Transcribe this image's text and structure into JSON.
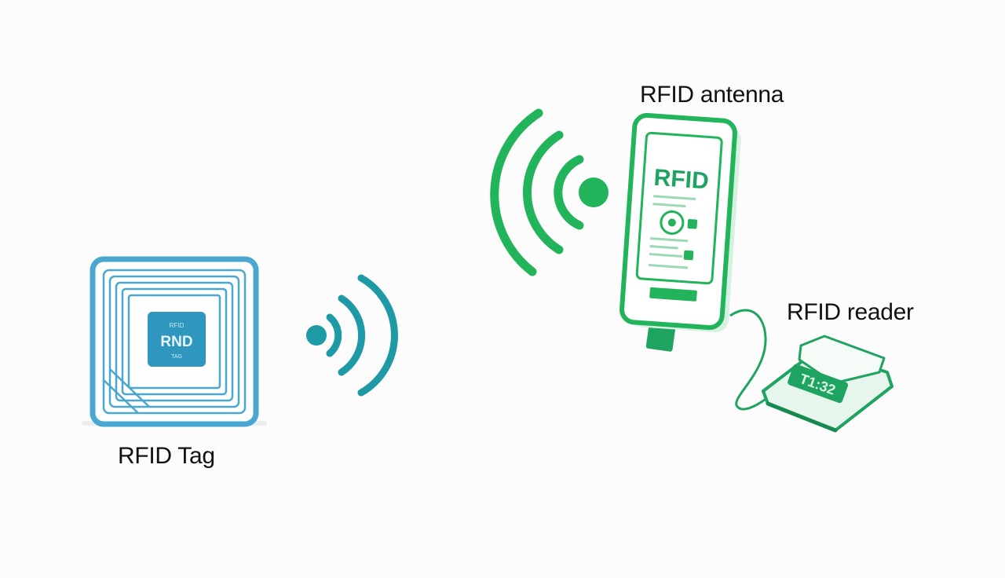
{
  "labels": {
    "tag": "RFID Tag",
    "antenna": "RFID antenna",
    "reader": "RFID reader"
  },
  "tag_chip": {
    "top_text": "RFID",
    "main_text": "RND",
    "bottom_text": "TAG"
  },
  "antenna_screen": {
    "title": "RFID"
  },
  "reader_display": {
    "text": "T1:32"
  },
  "colors": {
    "tag": "#4aa8d0",
    "tag_chip": "#2f96bd",
    "tag_signal": "#1e9aa6",
    "antenna": "#22b45a",
    "reader": "#1fa360",
    "text": "#111111",
    "background": "#fbfcfb"
  }
}
